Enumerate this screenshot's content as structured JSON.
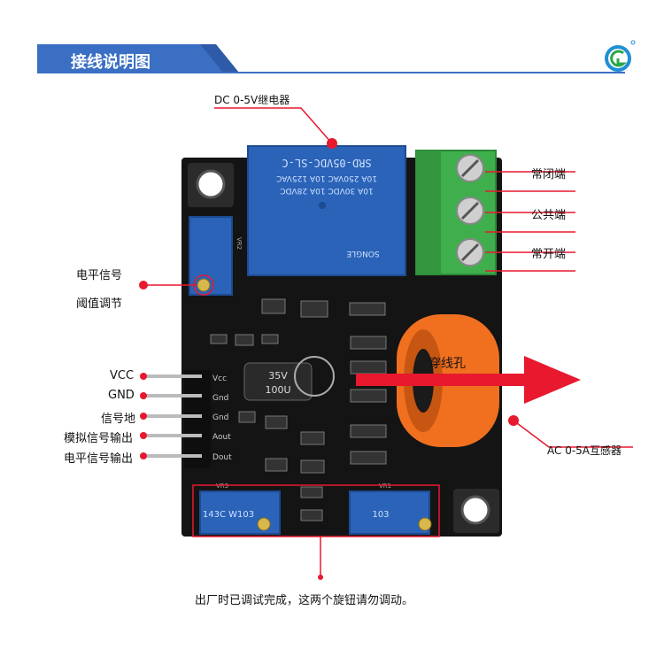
{
  "header": {
    "title": "接线说明图",
    "accent": "#3a6fc4"
  },
  "labels": {
    "relay": "DC 0-5V继电器",
    "nc": "常闭端",
    "com": "公共端",
    "no": "常开端",
    "level_adjust_line1": "电平信号",
    "level_adjust_line2": "阈值调节",
    "hole": "穿线孔",
    "ct": "AC 0-5A互感器",
    "pin_vcc": "VCC",
    "pin_gnd": "GND",
    "pin_sig_gnd": "信号地",
    "pin_aout": "模拟信号输出",
    "pin_dout": "电平信号输出",
    "footer_note": "出厂时已调试完成，这两个旋钮请勿调动。"
  },
  "board": {
    "relay_print": [
      "SRD-05VDC-SL-C",
      "10A 250VAC 10A 125VAC",
      "10A 30VDC 10A 28VDC",
      "SONGLE"
    ],
    "cap_print": [
      "35V",
      "100U"
    ],
    "silk_pins": [
      "Vcc",
      "Gnd",
      "Gnd",
      "Aout",
      "Dout"
    ],
    "pot_left": "143C W103",
    "pot_right": "103",
    "vr_labels": [
      "VR2",
      "VR3",
      "VR1"
    ]
  },
  "colors": {
    "red": "#e8182e",
    "board": "#141414",
    "relay": "#2a63b8",
    "terminal": "#3fae4c",
    "ct": "#f07020"
  }
}
